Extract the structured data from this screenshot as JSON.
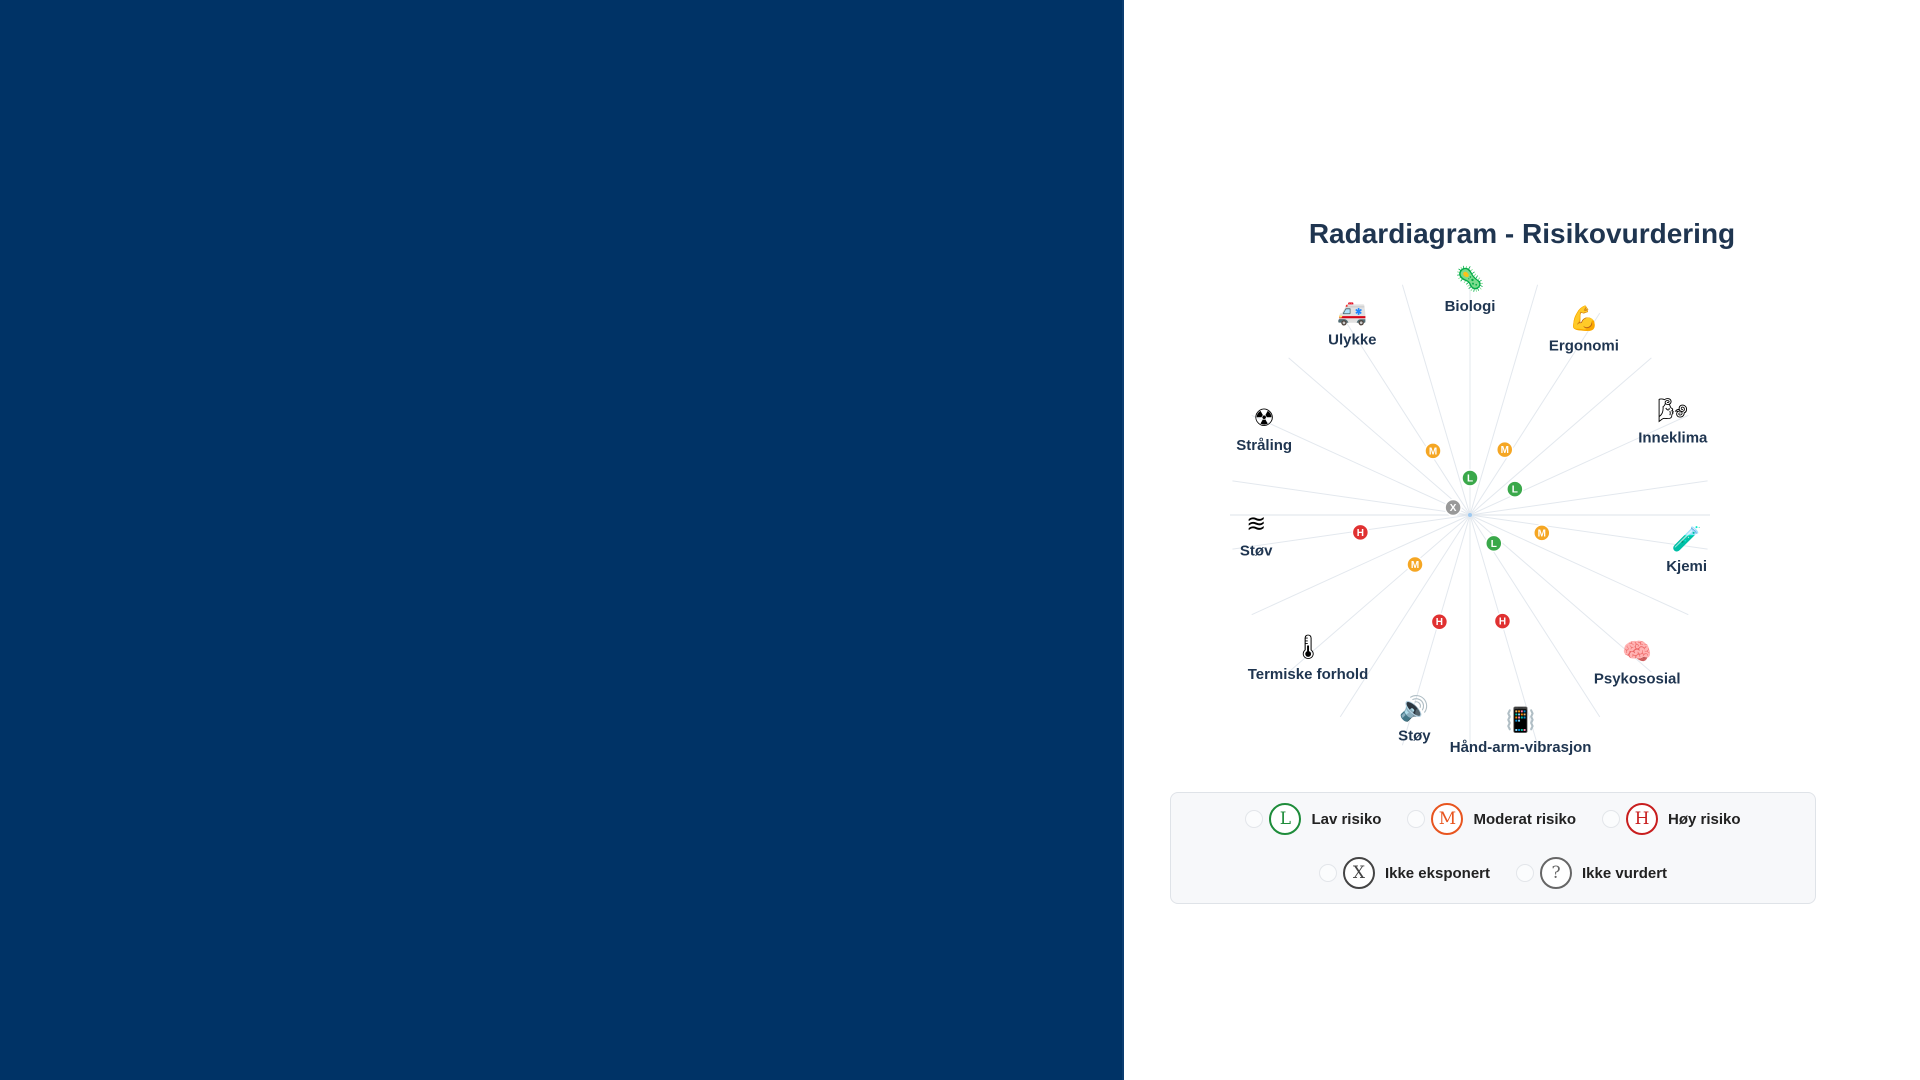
{
  "title": "Radardiagram - Risikovurdering",
  "colors": {
    "left_panel": "#003366",
    "low": "#3aa84a",
    "moderate": "#f5a623",
    "high": "#e03131",
    "not_exposed": "#999999",
    "title": "#1f3550"
  },
  "categories": [
    {
      "label": "Biologi",
      "icon": "microbe-icon",
      "glyph": "🦠"
    },
    {
      "label": "Ergonomi",
      "icon": "flexed-arm-icon",
      "glyph": "💪"
    },
    {
      "label": "Inneklima",
      "icon": "indoor-climate-icon",
      "glyph": "🌬"
    },
    {
      "label": "Kjemi",
      "icon": "test-tube-icon",
      "glyph": "🧪"
    },
    {
      "label": "Psykososial",
      "icon": "brain-icon",
      "glyph": "🧠"
    },
    {
      "label": "Hånd-arm-vibrasjon",
      "icon": "vibrating-phone-icon",
      "glyph": "📳"
    },
    {
      "label": "Støy",
      "icon": "speaker-icon",
      "glyph": "🔊"
    },
    {
      "label": "Termiske forhold",
      "icon": "thermometer-icon",
      "glyph": "🌡"
    },
    {
      "label": "Støv",
      "icon": "dust-waves-icon",
      "glyph": "≋"
    },
    {
      "label": "Stråling",
      "icon": "radiation-icon",
      "glyph": "☢"
    },
    {
      "label": "Ulykke",
      "icon": "ambulance-icon",
      "glyph": "🚑"
    }
  ],
  "chart_data": {
    "type": "radar",
    "title": "Radardiagram - Risikovurdering",
    "level_scale": {
      "X": 0,
      "L": 1,
      "M": 2,
      "H": 3
    },
    "categories": [
      "Biologi",
      "Ergonomi",
      "Inneklima",
      "Kjemi",
      "Psykososial",
      "Hånd-arm-vibrasjon",
      "Støy",
      "Termiske forhold",
      "Støv",
      "Stråling",
      "Ulykke"
    ],
    "markers": [
      {
        "category": "Biologi",
        "level": "L",
        "angle_deg": 0,
        "r": 1
      },
      {
        "category": "Ergonomi",
        "level": "M",
        "angle_deg": 28,
        "r": 2
      },
      {
        "category": "Inneklima",
        "level": "L",
        "angle_deg": 60,
        "r": 1.4
      },
      {
        "category": "Kjemi",
        "level": "M",
        "angle_deg": 104,
        "r": 2
      },
      {
        "category": "Psykososial",
        "level": "L",
        "angle_deg": 140,
        "r": 1
      },
      {
        "category": "Hånd-arm-vibrasjon",
        "level": "H",
        "angle_deg": 163,
        "r": 3
      },
      {
        "category": "Støy",
        "level": "H",
        "angle_deg": 196,
        "r": 3
      },
      {
        "category": "Termiske forhold",
        "level": "M",
        "angle_deg": 228,
        "r": 2
      },
      {
        "category": "Støv",
        "level": "H",
        "angle_deg": 261,
        "r": 3
      },
      {
        "category": "Stråling",
        "level": "X",
        "angle_deg": 294,
        "r": 0.5
      },
      {
        "category": "Ulykke",
        "level": "M",
        "angle_deg": 330,
        "r": 2
      }
    ]
  },
  "legend": {
    "row1": [
      {
        "symbol": "L",
        "label": "Lav risiko",
        "color": "#1e8c3a",
        "icon": "low-risk-icon"
      },
      {
        "symbol": "M",
        "label": "Moderat risiko",
        "color": "#e8551f",
        "icon": "moderate-risk-icon"
      },
      {
        "symbol": "H",
        "label": "Høy risiko",
        "color": "#c81e1e",
        "icon": "high-risk-icon"
      }
    ],
    "row2": [
      {
        "symbol": "X",
        "label": "Ikke eksponert",
        "color": "#444444",
        "icon": "not-exposed-icon"
      },
      {
        "symbol": "?",
        "label": "Ikke vurdert",
        "color": "#666666",
        "icon": "not-assessed-icon"
      }
    ]
  }
}
